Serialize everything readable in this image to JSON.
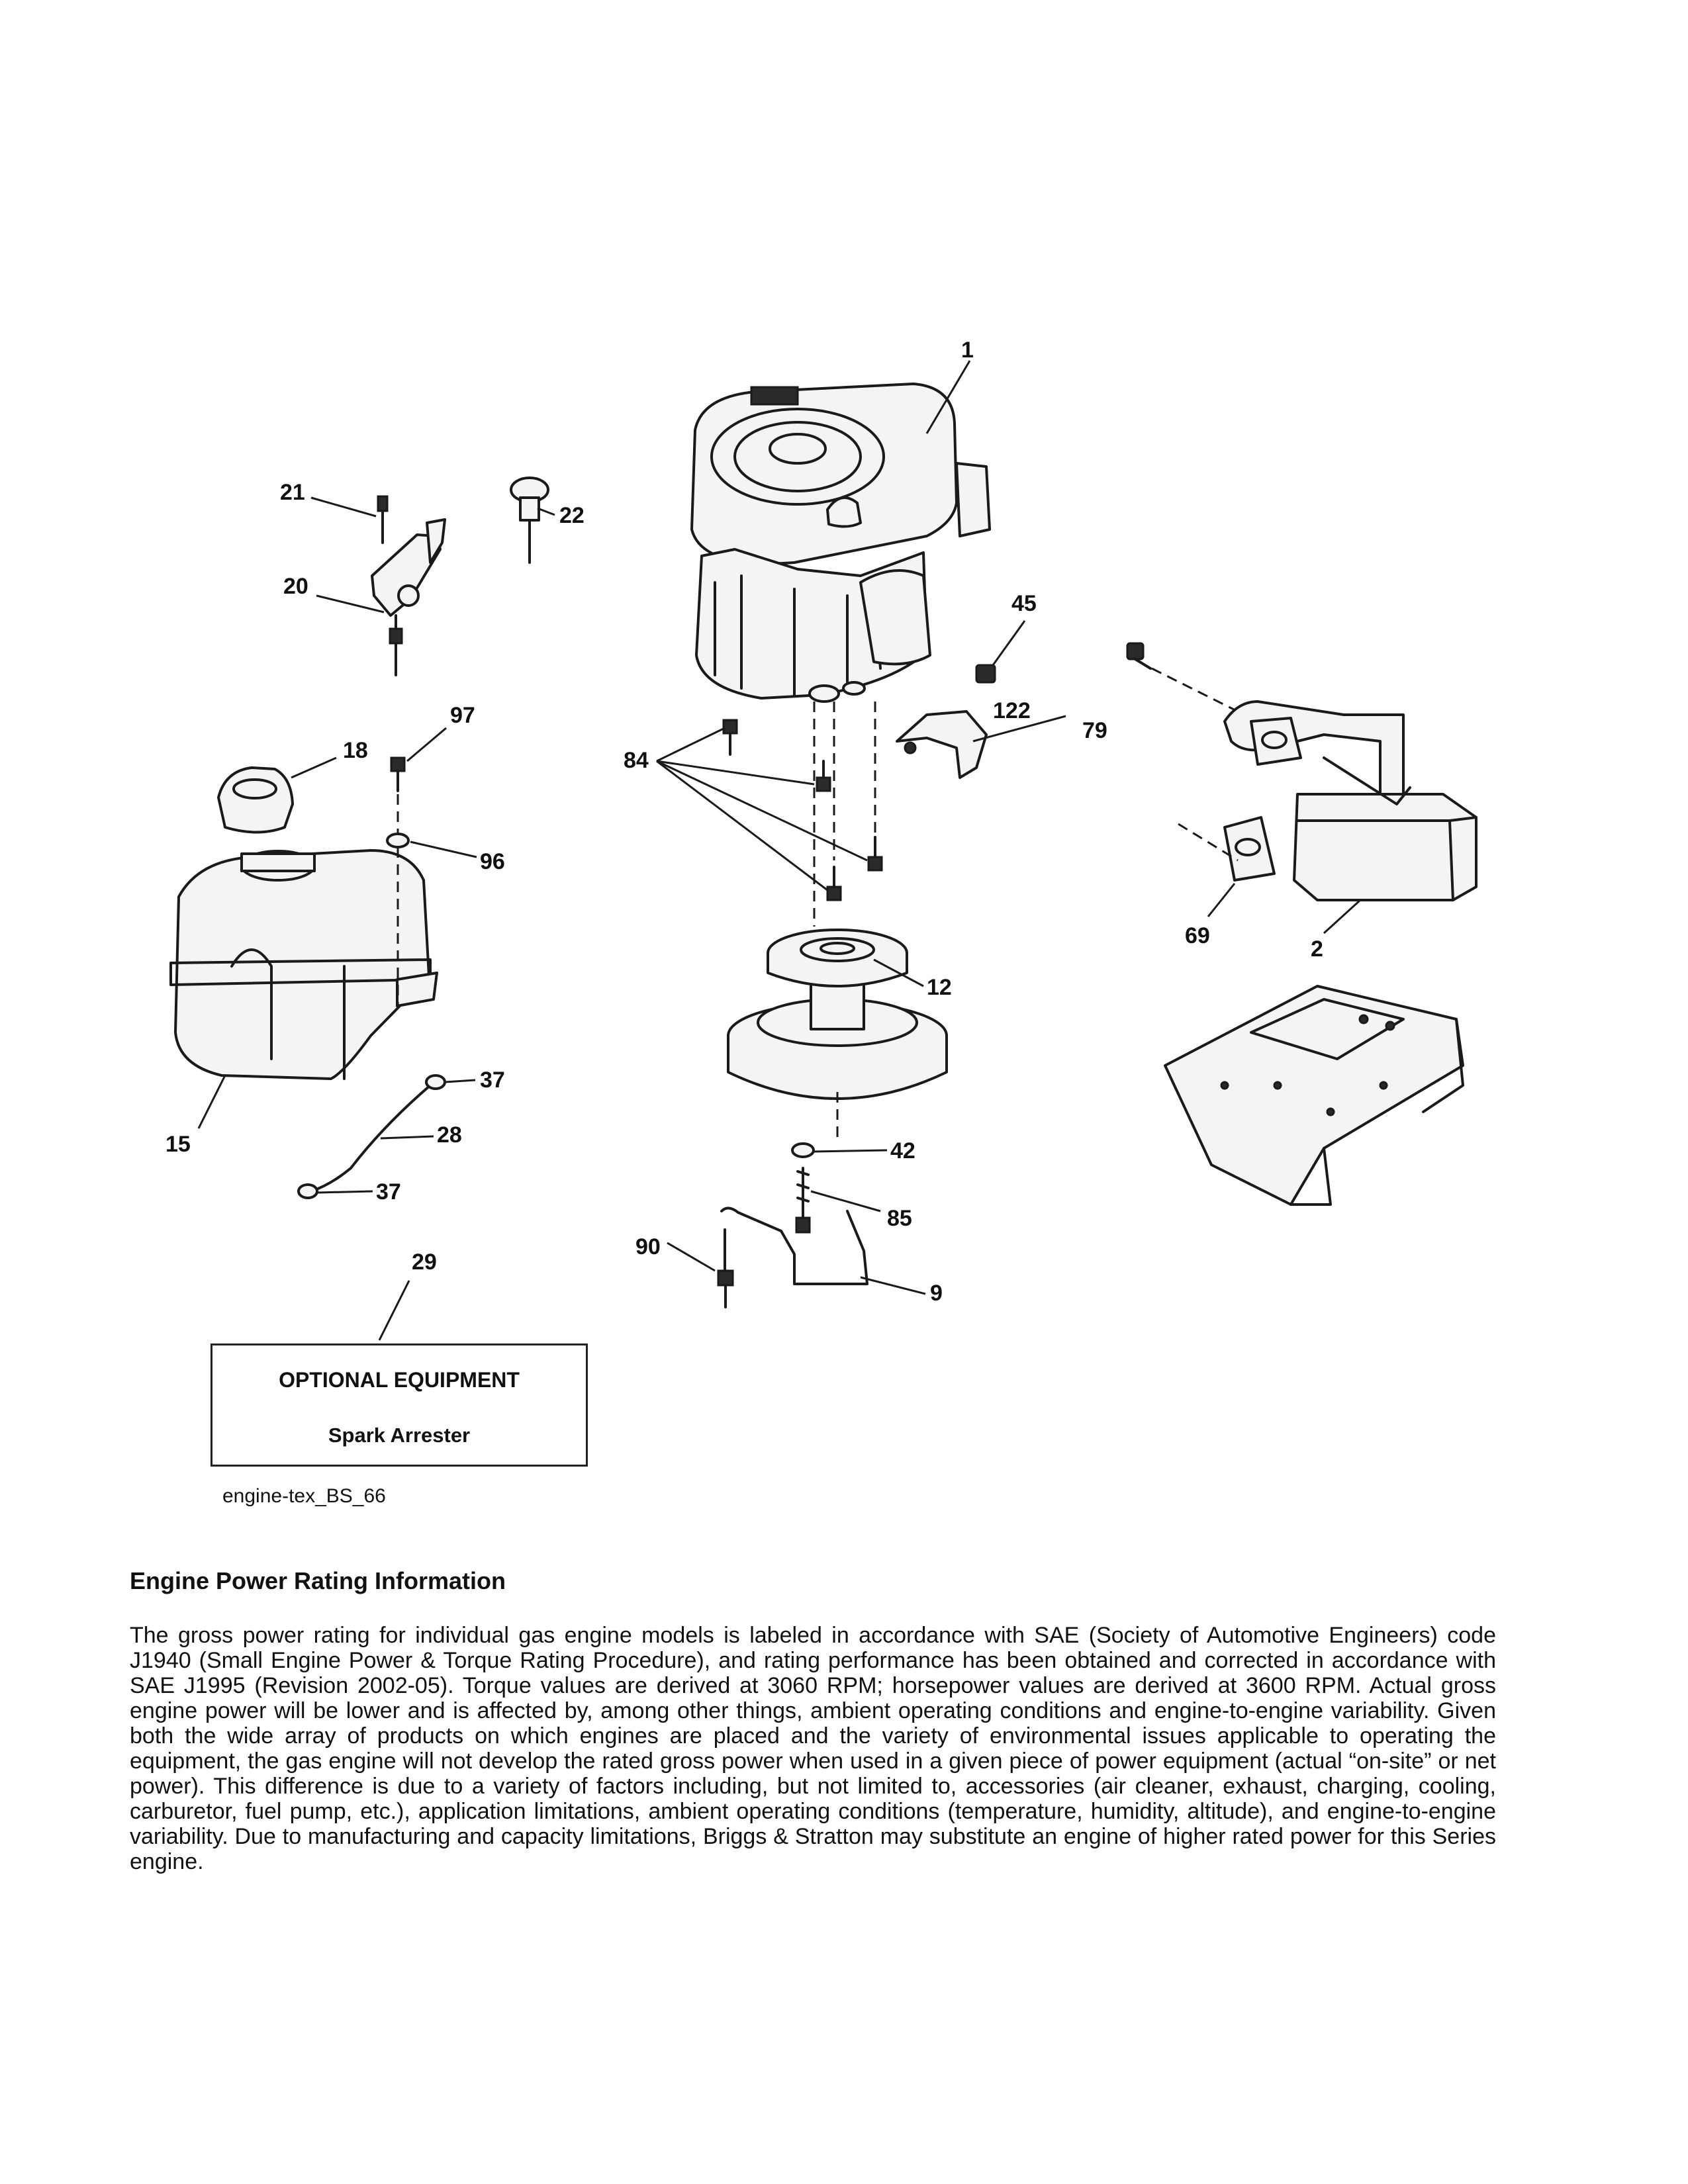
{
  "callouts": {
    "c1": "1",
    "c21": "21",
    "c22": "22",
    "c20": "20",
    "c45": "45",
    "c79": "79",
    "c122": "122",
    "c97": "97",
    "c18": "18",
    "c84": "84",
    "c96": "96",
    "c69": "69",
    "c2": "2",
    "c12": "12",
    "c37a": "37",
    "c15": "15",
    "c28": "28",
    "c42": "42",
    "c37b": "37",
    "c85": "85",
    "c90": "90",
    "c29": "29",
    "c9": "9"
  },
  "optional_box": {
    "title": "OPTIONAL EQUIPMENT",
    "item": "Spark Arrester"
  },
  "drawing_id": "engine-tex_BS_66",
  "rating": {
    "heading": "Engine Power Rating Information",
    "body": "The gross power rating for individual gas engine models is labeled in accordance with SAE (Society of Automotive Engineers) code J1940 (Small Engine Power & Torque Rating Procedure), and rating performance has been obtained and corrected in accordance with SAE J1995 (Revision 2002-05). Torque values are derived at 3060 RPM; horsepower values are derived at 3600 RPM. Actual gross engine power will be lower and is affected by, among other things, ambient operating conditions and engine-to-engine variability. Given both the wide array of products on which engines are placed and the variety of environmental issues applicable to operating the equipment, the gas engine will not develop the rated gross power when used in a given piece of power equipment (actual “on-site” or net power). This difference is due to a variety of factors including, but not limited to, accessories (air cleaner, exhaust, charging, cooling, carburetor, fuel pump, etc.), application limitations, ambient operating conditions (temperature, humidity, altitude), and engine-to-engine variability. Due to manufacturing and capacity limitations, Briggs & Stratton may substitute an engine of higher rated power for this Series engine."
  }
}
